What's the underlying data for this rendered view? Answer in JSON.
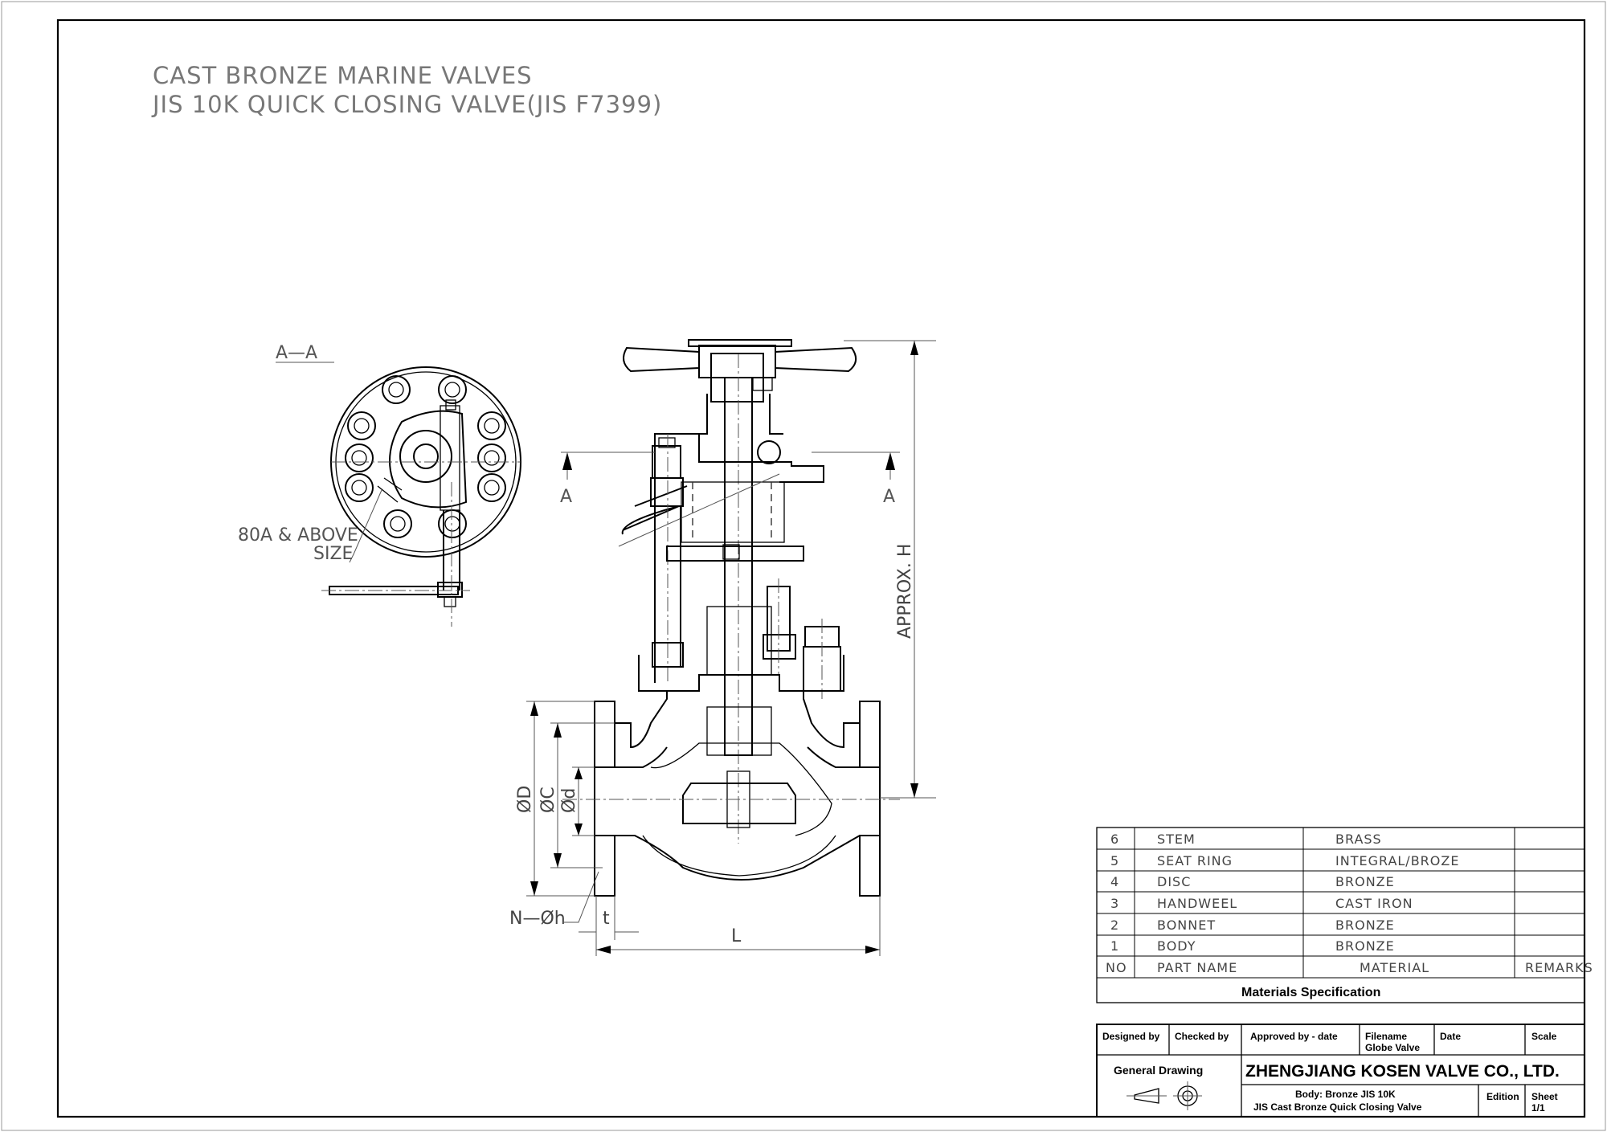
{
  "title": {
    "line1": "CAST BRONZE MARINE VALVES",
    "line2": "JIS 10K QUICK CLOSING VALVE(JIS F7399)"
  },
  "drawing": {
    "section_label": "A—A",
    "section_mark": "A",
    "note_line1": "80A & ABOVE",
    "note_line2": "SIZE",
    "dims": {
      "D": "ØD",
      "C": "ØC",
      "d": "Ød",
      "holes": "N—Øh",
      "t": "t",
      "L": "L",
      "H": "APPROX. H"
    }
  },
  "parts_table": {
    "header": {
      "no": "NO",
      "name": "PART  NAME",
      "material": "MATERIAL",
      "remarks": "REMARKS"
    },
    "rows": [
      {
        "no": "6",
        "name": "STEM",
        "material": "BRASS"
      },
      {
        "no": "5",
        "name": "SEAT RING",
        "material": "INTEGRAL/BROZE"
      },
      {
        "no": "4",
        "name": "DISC",
        "material": "BRONZE"
      },
      {
        "no": "3",
        "name": "HANDWEEL",
        "material": "CAST IRON"
      },
      {
        "no": "2",
        "name": "BONNET",
        "material": "BRONZE"
      },
      {
        "no": "1",
        "name": "BODY",
        "material": "BRONZE"
      }
    ],
    "caption": "Materials Specification"
  },
  "title_block": {
    "designed_by": "Designed by",
    "checked_by": "Checked by",
    "approved_by": "Approved by - date",
    "filename_label": "Filename",
    "filename_value": "Globe Valve",
    "date_label": "Date",
    "scale_label": "Scale",
    "drawing_type": "General Drawing",
    "company": "ZHENGJIANG KOSEN VALVE CO., LTD.",
    "desc_line1": "Body: Bronze  JIS 10K",
    "desc_line2": "JIS Cast Bronze Quick Closing Valve",
    "edition_label": "Edition",
    "sheet_label": "Sheet",
    "sheet_value": "1/1"
  }
}
